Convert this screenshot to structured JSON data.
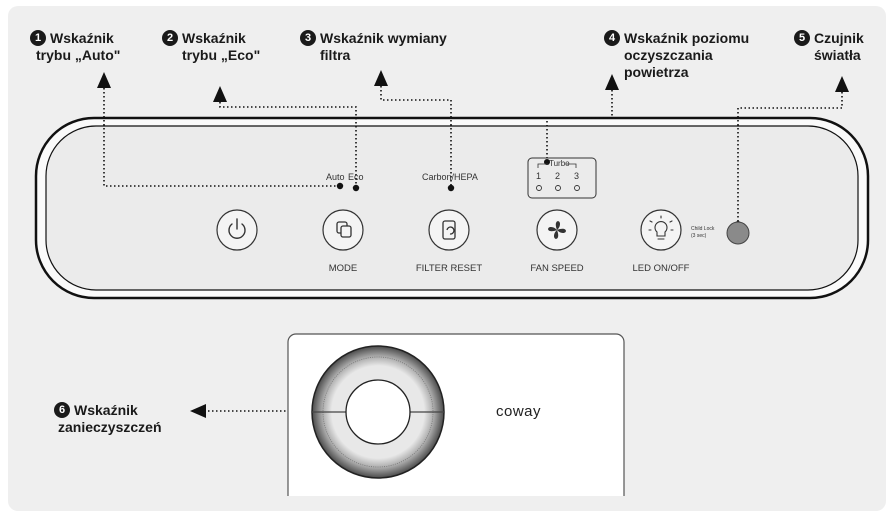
{
  "callouts": [
    {
      "num": "1",
      "line1": "Wskaźnik",
      "line2": "trybu „Auto\""
    },
    {
      "num": "2",
      "line1": "Wskaźnik",
      "line2": "trybu „Eco\""
    },
    {
      "num": "3",
      "line1": "Wskaźnik wymiany",
      "line2": "filtra"
    },
    {
      "num": "4",
      "line1": "Wskaźnik poziomu",
      "line2": "oczyszczania",
      "line3": "powietrza"
    },
    {
      "num": "5",
      "line1": "Czujnik",
      "line2": "światła"
    },
    {
      "num": "6",
      "line1": "Wskaźnik",
      "line2": "zanieczyszczeń"
    }
  ],
  "panel": {
    "auto": "Auto",
    "eco": "Eco",
    "filter_type": "Carbon/HEPA",
    "turbo": "Turbo",
    "levels": [
      "1",
      "2",
      "3"
    ],
    "child_lock_1": "Child Lock",
    "child_lock_2": "(3 sec)"
  },
  "buttons": [
    {
      "icon": "power-icon",
      "label": ""
    },
    {
      "icon": "mode-icon",
      "label": "MODE"
    },
    {
      "icon": "filter-reset-icon",
      "label": "FILTER RESET"
    },
    {
      "icon": "fan-icon",
      "label": "FAN SPEED"
    },
    {
      "icon": "bulb-icon",
      "label": "LED ON/OFF"
    }
  ],
  "brand": "coway"
}
